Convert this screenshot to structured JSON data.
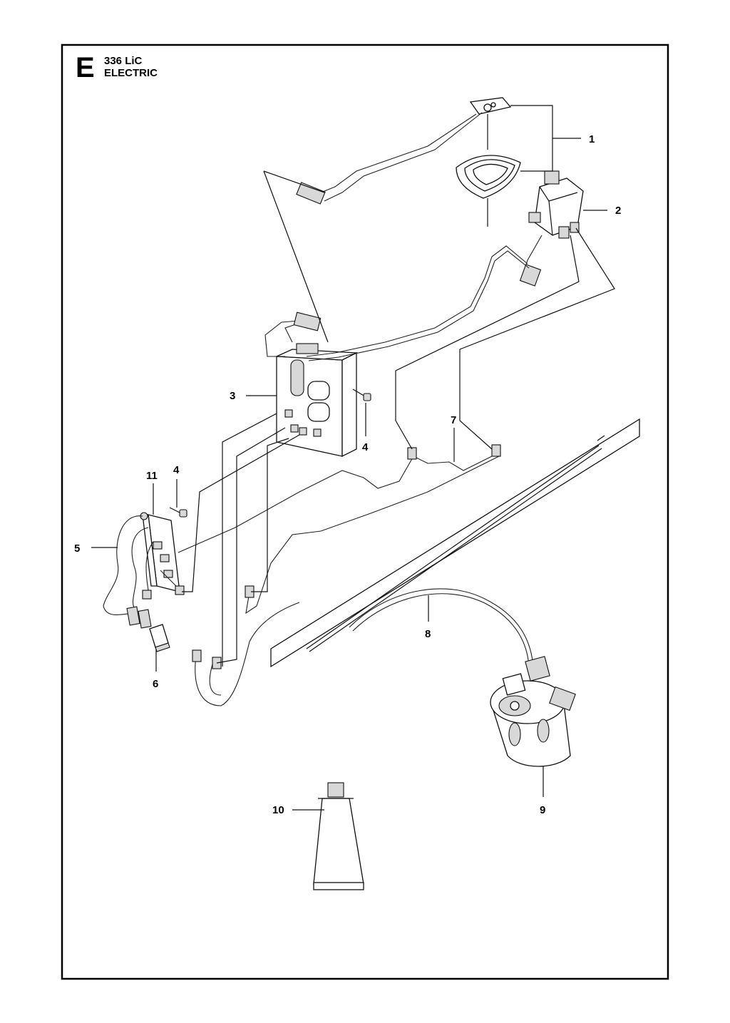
{
  "header": {
    "section_letter": "E",
    "model": "336 LiC",
    "subtitle": "ELECTRIC"
  },
  "callouts": [
    {
      "id": "1",
      "label": "1"
    },
    {
      "id": "2",
      "label": "2"
    },
    {
      "id": "3",
      "label": "3"
    },
    {
      "id": "4a",
      "label": "4"
    },
    {
      "id": "4b",
      "label": "4"
    },
    {
      "id": "5",
      "label": "5"
    },
    {
      "id": "6",
      "label": "6"
    },
    {
      "id": "7",
      "label": "7"
    },
    {
      "id": "8",
      "label": "8"
    },
    {
      "id": "9",
      "label": "9"
    },
    {
      "id": "10",
      "label": "10"
    },
    {
      "id": "11",
      "label": "11"
    }
  ]
}
